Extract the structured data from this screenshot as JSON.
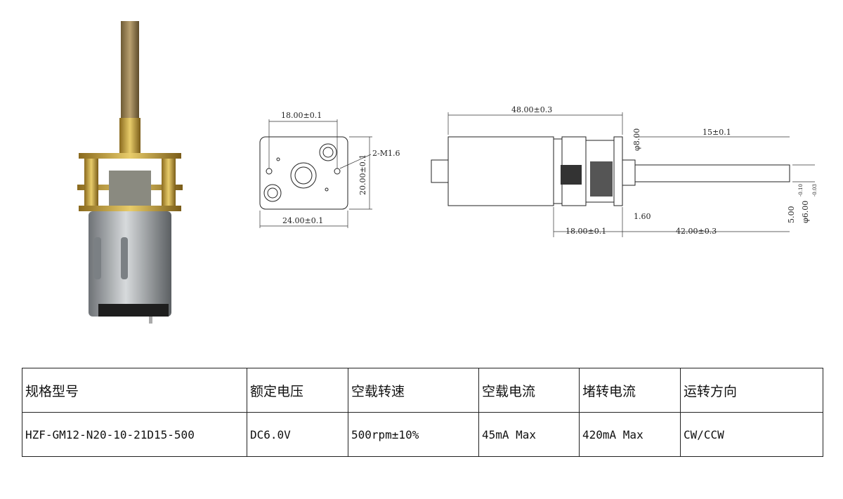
{
  "drawing": {
    "front": {
      "width_top": "18.00±0.1",
      "width_bottom": "24.00±0.1",
      "height": "20.00±0.1",
      "holes": "2-M1.6"
    },
    "side": {
      "total_length": "48.00±0.3",
      "shaft_length": "15±0.1",
      "gearbox_length": "18.00±0.1",
      "output_length": "42.00±0.3",
      "shaft_dia": "φ8.00",
      "offset": "1.60",
      "flat": "5.00",
      "flat_tol": "-0.10",
      "shaft": "φ6.00",
      "shaft_tol": "-0.03"
    }
  },
  "table": {
    "headers": [
      "规格型号",
      "额定电压",
      "空载转速",
      "空载电流",
      "堵转电流",
      "运转方向"
    ],
    "values": [
      "HZF-GM12-N20-10-21D15-500",
      "DC6.0V",
      "500rpm±10%",
      "45mA Max",
      "420mA Max",
      "CW/CCW"
    ]
  },
  "colors": {
    "brass": "#c9a545",
    "steel": "#9a9fa3",
    "line": "#222222"
  }
}
